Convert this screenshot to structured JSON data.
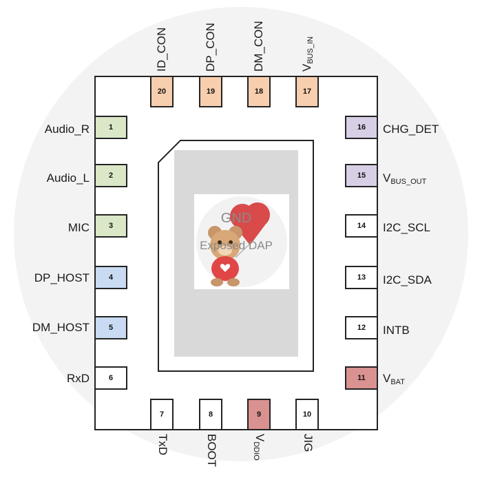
{
  "center": {
    "gnd": "GND",
    "dap": "Exposed DAP"
  },
  "pins": {
    "p1": {
      "num": "1",
      "label": "Audio_R"
    },
    "p2": {
      "num": "2",
      "label": "Audio_L"
    },
    "p3": {
      "num": "3",
      "label": "MIC"
    },
    "p4": {
      "num": "4",
      "label": "DP_HOST"
    },
    "p5": {
      "num": "5",
      "label": "DM_HOST"
    },
    "p6": {
      "num": "6",
      "label": "RxD"
    },
    "p7": {
      "num": "7",
      "label": "TxD"
    },
    "p8": {
      "num": "8",
      "label": "BOOT"
    },
    "p9": {
      "num": "9",
      "label": "V",
      "sub": "DDIO"
    },
    "p10": {
      "num": "10",
      "label": "JIG"
    },
    "p11": {
      "num": "11",
      "label": "V",
      "sub": "BAT"
    },
    "p12": {
      "num": "12",
      "label": "INTB"
    },
    "p13": {
      "num": "13",
      "label": "I2C_SDA"
    },
    "p14": {
      "num": "14",
      "label": "I2C_SCL"
    },
    "p15": {
      "num": "15",
      "label": "V",
      "sub": "BUS_OUT"
    },
    "p16": {
      "num": "16",
      "label": "CHG_DET"
    },
    "p17": {
      "num": "17",
      "label": "V",
      "sub": "BUS_IN"
    },
    "p18": {
      "num": "18",
      "label": "DM_CON"
    },
    "p19": {
      "num": "19",
      "label": "DP_CON"
    },
    "p20": {
      "num": "20",
      "label": "ID_CON"
    }
  },
  "colors": {
    "audio": "#dbe8c8",
    "usb_host": "#c9dbf2",
    "connector": "#f7cfae",
    "charger": "#d8cfe6",
    "power": "#d99290",
    "plain": "#ffffff"
  },
  "icons": {
    "mascot": "teddy-bear-with-heart-balloon-icon"
  }
}
